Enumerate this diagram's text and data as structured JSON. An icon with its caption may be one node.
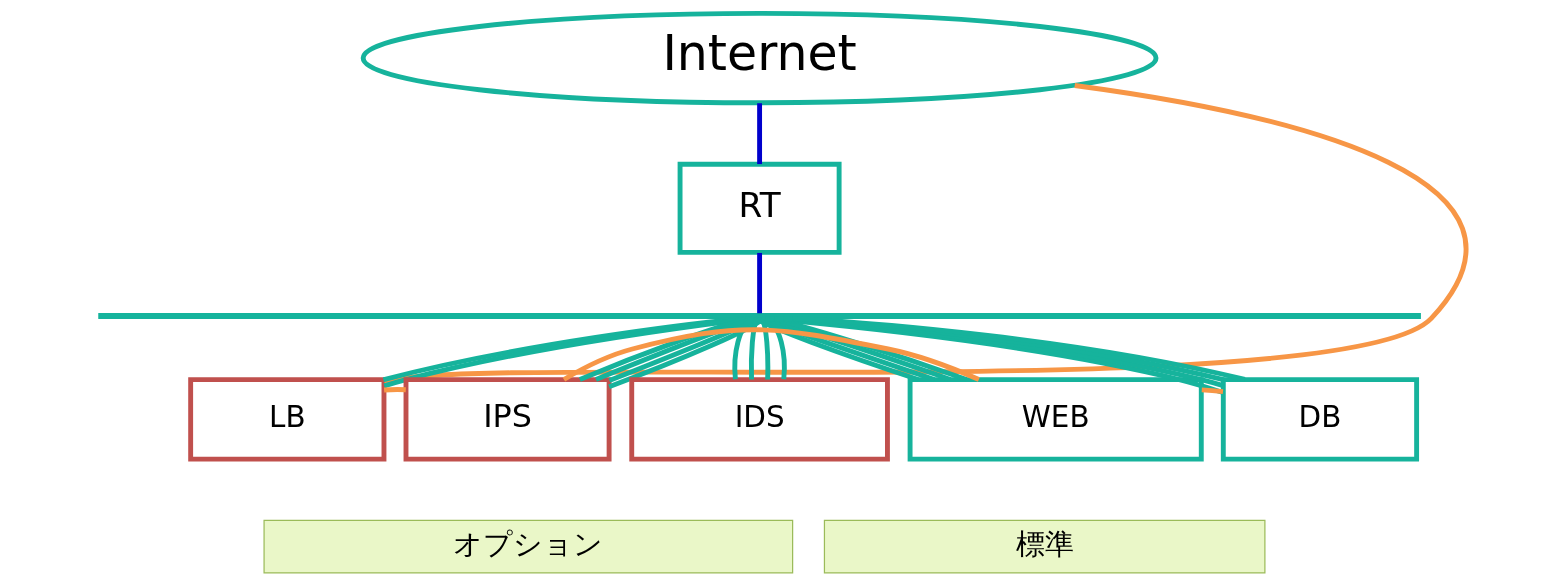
{
  "diagram": {
    "nodes": [
      {
        "text": [
          "Internet"
        ]
      },
      {
        "text": [
          "RT"
        ]
      },
      {
        "text": [],
        "shape": "bar"
      },
      {
        "text": [
          "LB"
        ]
      },
      {
        "text": [
          "IPS"
        ]
      },
      {
        "text": [
          "IDS"
        ]
      },
      {
        "text": [
          "WEB"
        ]
      },
      {
        "text": [
          "DB"
        ]
      },
      {
        "text": [
          "オプション"
        ]
      },
      {
        "text": [
          "標準"
        ]
      }
    ],
    "edges": [
      {
        "from": 0,
        "to": 1,
        "arrow": "none",
        "color": "#0000cc"
      },
      {
        "from": 1,
        "to": 2,
        "arrow": "none",
        "color": "#0000cc"
      },
      {
        "from": 2,
        "to": 3,
        "arrow": "none"
      },
      {
        "from": 2,
        "to": 3,
        "arrow": "none"
      },
      {
        "from": 2,
        "to": 4,
        "arrow": "none"
      },
      {
        "from": 2,
        "to": 4,
        "arrow": "none"
      },
      {
        "from": 2,
        "to": 4,
        "arrow": "none"
      },
      {
        "from": 2,
        "to": 4,
        "arrow": "none"
      },
      {
        "from": 2,
        "to": 5,
        "arrow": "none"
      },
      {
        "from": 2,
        "to": 5,
        "arrow": "none"
      },
      {
        "from": 2,
        "to": 5,
        "arrow": "none"
      },
      {
        "from": 2,
        "to": 5,
        "arrow": "none"
      },
      {
        "from": 2,
        "to": 6,
        "arrow": "none"
      },
      {
        "from": 2,
        "to": 6,
        "arrow": "none"
      },
      {
        "from": 2,
        "to": 6,
        "arrow": "none"
      },
      {
        "from": 2,
        "to": 6,
        "arrow": "none"
      },
      {
        "from": 2,
        "to": 7,
        "arrow": "none"
      },
      {
        "from": 2,
        "to": 7,
        "arrow": "none"
      },
      {
        "from": 2,
        "to": 7,
        "arrow": "none"
      },
      {
        "from": 2,
        "to": 7,
        "arrow": "none"
      },
      {
        "from": 0,
        "to": 3,
        "arrow": "none",
        "color": "#f79646"
      },
      {
        "from": 3,
        "to": 4,
        "arrow": "none",
        "color": "#f79646"
      },
      {
        "from": 4,
        "to": 6,
        "arrow": "none",
        "color": "#f79646"
      },
      {
        "from": 6,
        "to": 7,
        "arrow": "none",
        "color": "#f79646"
      }
    ]
  }
}
